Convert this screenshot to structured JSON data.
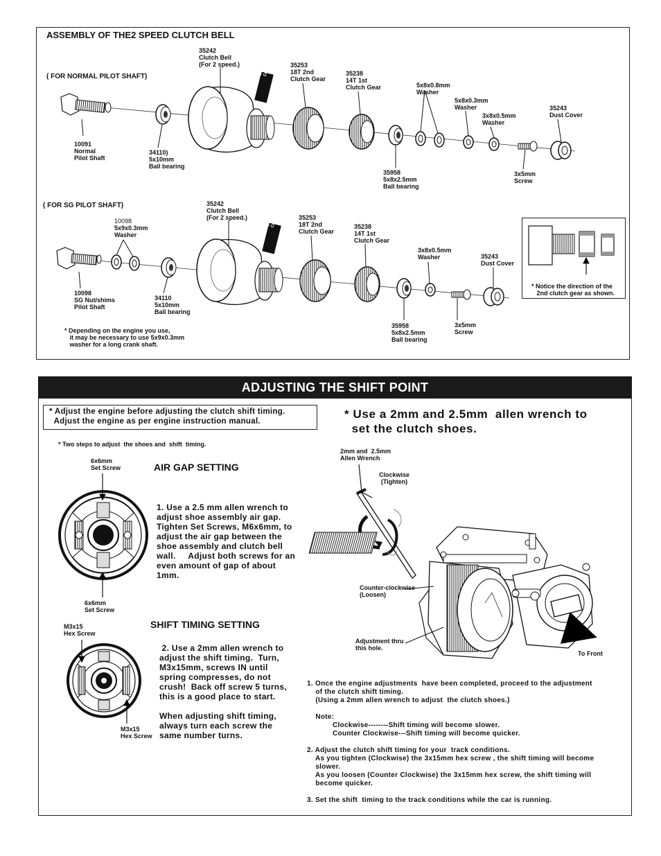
{
  "assembly": {
    "title": "ASSEMBLY OF THE2 SPEED CLUTCH BELL",
    "normal": {
      "heading": "( FOR NORMAL PILOT SHAFT)",
      "labels": {
        "pilot": "10091\nNormal\nPilot Shaft",
        "bearing1": "34110)\n5x10mm\nBall bearing",
        "bell": "35242\nClutch Bell\n(For 2 speed.)",
        "gear18": "35253\n18T 2nd\nClutch Gear",
        "gear14": "35238\n14T 1st\nClutch Gear",
        "bearing2": "35958\n5x8x2.5mm\nBall bearing",
        "washer08a": "5x8x0.8mm\nWasher",
        "washer03": "5x8x0.3mm\nWasher",
        "washer05": "3x8x0.5mm\nWasher",
        "screw": "3x5mm\nScrew",
        "dust": "35243\nDust Cover"
      },
      "stamp": "Screw\nCement"
    },
    "sg": {
      "heading": "( FOR SG PILOT SHAFT)",
      "labels": {
        "washer_sg_num": "10098",
        "washer_sg": "5x9x0.3mm\nWasher",
        "pilot": "10098\nSG Nut/shims\nPilot Shaft",
        "bearing1": "34110\n5x10mm\nBall bearing",
        "bell": "35242\nClutch Bell\n(For 2 speed.)",
        "gear18": "35253\n18T 2nd\nClutch Gear",
        "gear14": "35238\n14T 1st\nClutch Gear",
        "bearing2": "35958\n5x8x2.5mm\nBall bearing",
        "washer": "3x8x0.5mm\nWasher",
        "screw": "3x5mm\nScrew",
        "dust": "35243\nDust Cover"
      },
      "stamp": "Screw\nCement",
      "footnote": "* Depending on the engine you use,\n   it may be necessary to use 5x9x0.3mm\n   washer for a long crank shaft.",
      "notice": "* Notice the direction of the\n   2nd clutch gear as shown."
    }
  },
  "shift": {
    "banner": "ADJUSTING THE SHIFT POINT",
    "boxed_note": "* Adjust the engine before adjusting the clutch shift timing.\n  Adjust the engine as per engine instruction manual.",
    "two_steps": "* Two steps to adjust  the shoes and  shift  timing.",
    "air_gap": {
      "heading": "AIR GAP SETTING",
      "top_label": "6x6mm\nSet Screw",
      "bottom_label": "6x6mm\nSet Screw",
      "text": "1. Use a 2.5 mm allen wrench to\nadjust shoe assembly air gap.\nTighten Set Screws, M6x6mm, to\nadjust the air gap between the\nshoe assembly and clutch bell\nwall.     Adjust both screws for an\neven amount of gap of about\n1mm."
    },
    "shift_timing": {
      "heading": "SHIFT TIMING SETTING",
      "top_label": "M3x15\nHex Screw",
      "bottom_label": "M3x15\nHex Screw",
      "text": " 2. Use a 2mm allen wrench to\nadjust the shift timing.  Turn,\nM3x15mm, screws IN until\nspring compresses, do not\ncrush!  Back off screw 5 turns,\nthis is a good place to start.\n\nWhen adjusting shift timing,\nalways turn each screw the\nsame number turns."
    },
    "big_note": "* Use a 2mm and 2.5mm  allen wrench to\n  set the clutch shoes.",
    "engine": {
      "wrench": "2mm and  2.5mm\nAllen Wrench",
      "cw": "Clockwise\n(Tighten)",
      "ccw": "Counter-clockwise\n(Loosen)",
      "hole": "Adjustment thru\nthis hole.",
      "front": "To Front"
    },
    "steps": "1. Once the engine adjustments  have been completed, proceed to the adjustment\n    of the clutch shift timing.\n    (Using a 2mm allen wrench to adjust  the clutch shoes.)\n\n    Note:\n            Clockwise--------Shift timing will become slower.\n            Counter Clockwise---Shift timing will become quicker.\n\n2. Adjust the clutch shift timing for your  track conditions.\n    As you tighten (Clockwise) the 3x15mm hex screw , the shift timing will become\n    slower.\n    As you loosen (Counter Clockwise) the 3x15mm hex screw, the shift timing will\n    become quicker.\n\n3. Set the shift  timing to the track conditions while the car is running."
  }
}
